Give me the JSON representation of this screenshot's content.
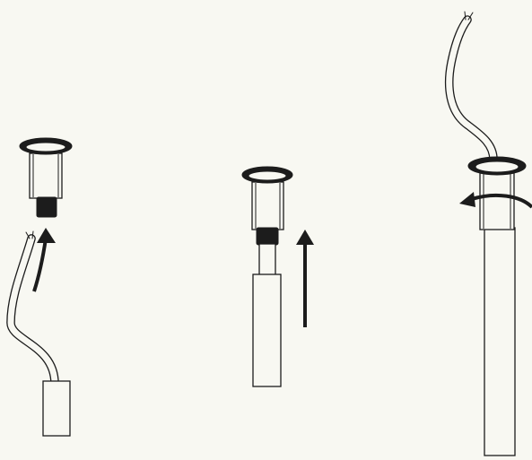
{
  "diagram": {
    "background": "#f8f8f2",
    "ink": "#1c1c1c",
    "steps": [
      {
        "id": "step-1",
        "icon": "cable-and-connector-separated",
        "arrow": "up-curved"
      },
      {
        "id": "step-2",
        "icon": "connector-pushed-onto-sleeve",
        "arrow": "up-straight"
      },
      {
        "id": "step-3",
        "icon": "connector-twisted-to-lock",
        "arrow": "rotate-left"
      }
    ]
  }
}
